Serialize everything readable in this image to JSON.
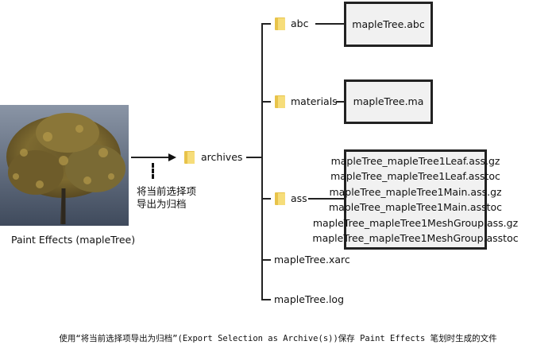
{
  "preview": {
    "caption": "Paint Effects (mapleTree)"
  },
  "export_note": {
    "line1": "将当前选择项",
    "line2": "导出为归档"
  },
  "root": {
    "label": "archives",
    "icon": "folder-icon"
  },
  "children": [
    {
      "label": "abc",
      "icon": "folder-icon",
      "files": [
        "mapleTree.abc"
      ]
    },
    {
      "label": "materials",
      "icon": "folder-icon",
      "files": [
        "mapleTree.ma"
      ]
    },
    {
      "label": "ass",
      "icon": "folder-icon",
      "files": [
        "mapleTree_mapleTree1Leaf.ass.gz",
        "mapleTree_mapleTree1Leaf.asstoc",
        "mapleTree_mapleTree1Main.ass.gz",
        "mapleTree_mapleTree1Main.asstoc",
        "mapleTree_mapleTree1MeshGroup.ass.gz",
        "mapleTree_mapleTree1MeshGroup.asstoc"
      ]
    },
    {
      "label": "mapleTree.xarc"
    },
    {
      "label": "mapleTree.log"
    }
  ],
  "caption": "使用“将当前选择项导出为归档”(Export Selection as Archive(s))保存 Paint Effects 笔划时生成的文件"
}
